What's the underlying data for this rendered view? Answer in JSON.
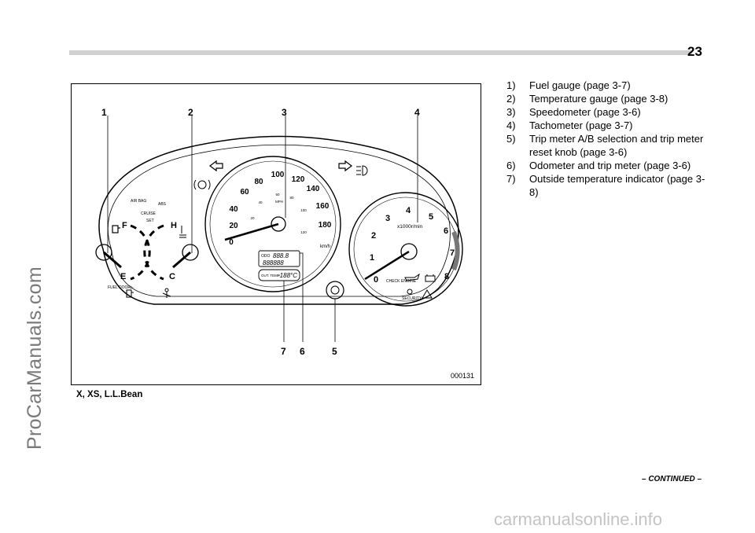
{
  "page": {
    "number": "23",
    "side_watermark": "ProCarManuals.com",
    "footer_watermark": "carmanualsonline.info",
    "continued": "– CONTINUED –"
  },
  "figure": {
    "code": "000131",
    "caption": "X, XS, L.L.Bean",
    "callouts": [
      "1",
      "2",
      "3",
      "4",
      "5",
      "6",
      "7"
    ],
    "fuel_gauge": {
      "full": "F",
      "empty": "E",
      "fuel_door": "FUEL DOOR▷"
    },
    "temp_gauge": {
      "hot": "H",
      "cold": "C"
    },
    "indicators": {
      "airbag": "AIR BAG",
      "abs": "ABS",
      "cruise": "CRUISE",
      "set": "SET",
      "check_engine": "CHECK ENGINE",
      "security": "SECURITY"
    },
    "speedometer": {
      "kmh_ticks": [
        "0",
        "20",
        "40",
        "60",
        "80",
        "100",
        "120",
        "140",
        "160",
        "180"
      ],
      "mph_ticks": [
        "20",
        "40",
        "60",
        "80",
        "100",
        "120"
      ],
      "mph_unit": "MPH",
      "kmh_unit": "km/h",
      "odo_label": "ODO",
      "trip_display": "888.8",
      "odo_display": "888888",
      "out_temp_label": "OUT. TEMP",
      "temp_display": "-188°C"
    },
    "tachometer": {
      "ticks": [
        "0",
        "1",
        "2",
        "3",
        "4",
        "5",
        "6",
        "7",
        "8"
      ],
      "unit": "x1000r/min"
    }
  },
  "legend": [
    {
      "num": "1)",
      "text": "Fuel gauge (page 3-7)"
    },
    {
      "num": "2)",
      "text": "Temperature gauge (page 3-8)"
    },
    {
      "num": "3)",
      "text": "Speedometer (page 3-6)"
    },
    {
      "num": "4)",
      "text": "Tachometer (page 3-7)"
    },
    {
      "num": "5)",
      "text": "Trip meter A/B selection and trip meter reset knob (page 3-6)"
    },
    {
      "num": "6)",
      "text": "Odometer and trip meter (page 3-6)"
    },
    {
      "num": "7)",
      "text": "Outside temperature indicator (page 3-8)"
    }
  ]
}
